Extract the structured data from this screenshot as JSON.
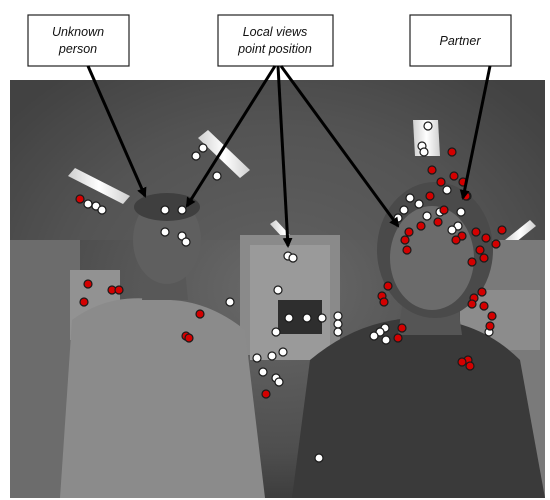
{
  "labels": {
    "unknown_line1": "Unknown",
    "unknown_line2": "person",
    "views_line1": "Local views",
    "views_line2": "point position",
    "partner": "Partner"
  },
  "colors": {
    "background": "#ffffff",
    "label_box_border": "#222222",
    "arrow": "#000000",
    "point_white": "#ffffff",
    "point_red": "#d40000",
    "point_outline": "#1a1a1a"
  },
  "legend_semantics": {
    "white_points": "local views point position",
    "red_points": "local views point position (partner)"
  },
  "icons": {
    "arrow": "arrow-pointer",
    "marker_white": "white-circle-marker",
    "marker_red": "red-circle-marker"
  }
}
